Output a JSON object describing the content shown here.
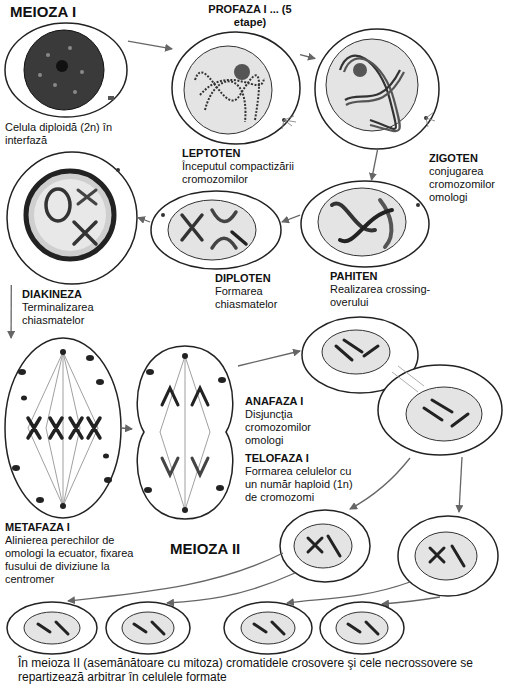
{
  "diagram": {
    "caption": "În meioza II (asemănătoare cu mitoza) cromatidele crosovere şi cele necrossovere se repartizează arbitrar în celulele formate",
    "nodes": [
      {
        "text": [
          "Celula diploidă (2n) în interfază"
        ]
      },
      {
        "text": [
          "LEPTOTEN",
          "Începutul compactizării cromozomilor"
        ]
      },
      {
        "text": [
          "ZIGOTEN",
          "conjugarea cromozomilor omologi"
        ]
      },
      {
        "text": [
          "PAHITEN",
          "Realizarea crossing-overului"
        ]
      },
      {
        "text": [
          "DIPLOTEN",
          "Formarea chiasmatelor"
        ]
      },
      {
        "text": [
          "DIAKINEZA",
          "Terminalizarea chiasmatelor"
        ]
      },
      {
        "text": [
          "METAFAZA I",
          "Alinierea perechilor de omologi la ecuator, fixarea fusului de diviziune la centromer"
        ]
      },
      {
        "text": [
          "ANAFAZA I",
          "Disjuncţia cromozomilor omologi"
        ]
      },
      {
        "text": [
          "TELOFAZA I",
          "Formarea celulelor cu un număr haploid (1n) de cromozomi"
        ]
      }
    ],
    "edges": [
      {
        "from": 0,
        "to": 1,
        "arrow": "to"
      },
      {
        "from": 1,
        "to": 2,
        "arrow": "to"
      },
      {
        "from": 2,
        "to": 3,
        "arrow": "to"
      },
      {
        "from": 3,
        "to": 4,
        "arrow": "to"
      },
      {
        "from": 4,
        "to": 5,
        "arrow": "to"
      },
      {
        "from": 5,
        "to": 6,
        "arrow": "to"
      },
      {
        "from": 6,
        "to": 7,
        "arrow": "to"
      },
      {
        "from": 7,
        "to": 8,
        "arrow": "to"
      }
    ],
    "labels": [
      "MEIOZA I",
      "PROFAZA I ... (5 etape)",
      "MEIOZA II"
    ]
  }
}
